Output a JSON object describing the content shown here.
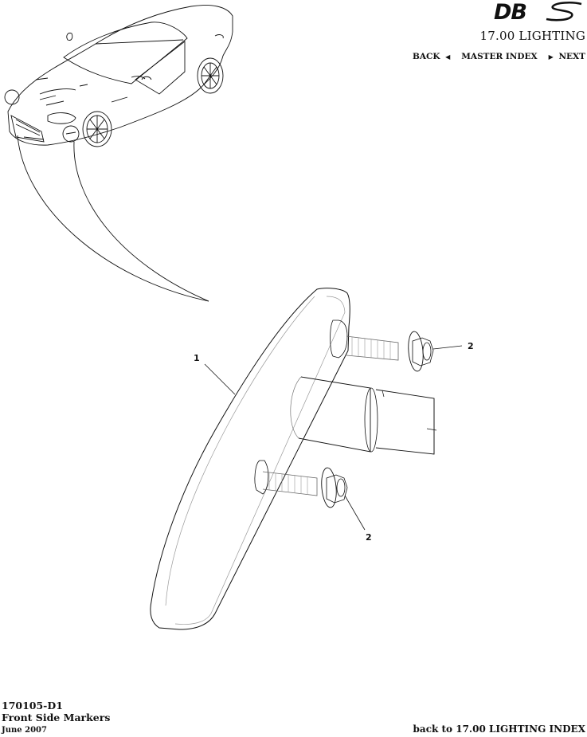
{
  "header": {
    "logo_text": "DBS",
    "section_title": "17.00 LIGHTING",
    "nav": {
      "back_label": "BACK",
      "back_icon": "triangle-left-icon",
      "back_glyph": "◀",
      "master_index_label": "MASTER INDEX",
      "next_icon": "triangle-right-icon",
      "next_glyph": "▶",
      "next_label": "NEXT"
    }
  },
  "diagram": {
    "callouts": [
      {
        "number": "1",
        "part": "front-side-marker-lamp"
      },
      {
        "number": "2",
        "part": "flange-nut-upper"
      },
      {
        "number": "2",
        "part": "flange-nut-lower"
      }
    ]
  },
  "footer": {
    "document_code": "170105-D1",
    "document_title": "Front Side Markers",
    "document_date": "June 2007",
    "back_link_label": "back to 17.00 LIGHTING INDEX"
  }
}
